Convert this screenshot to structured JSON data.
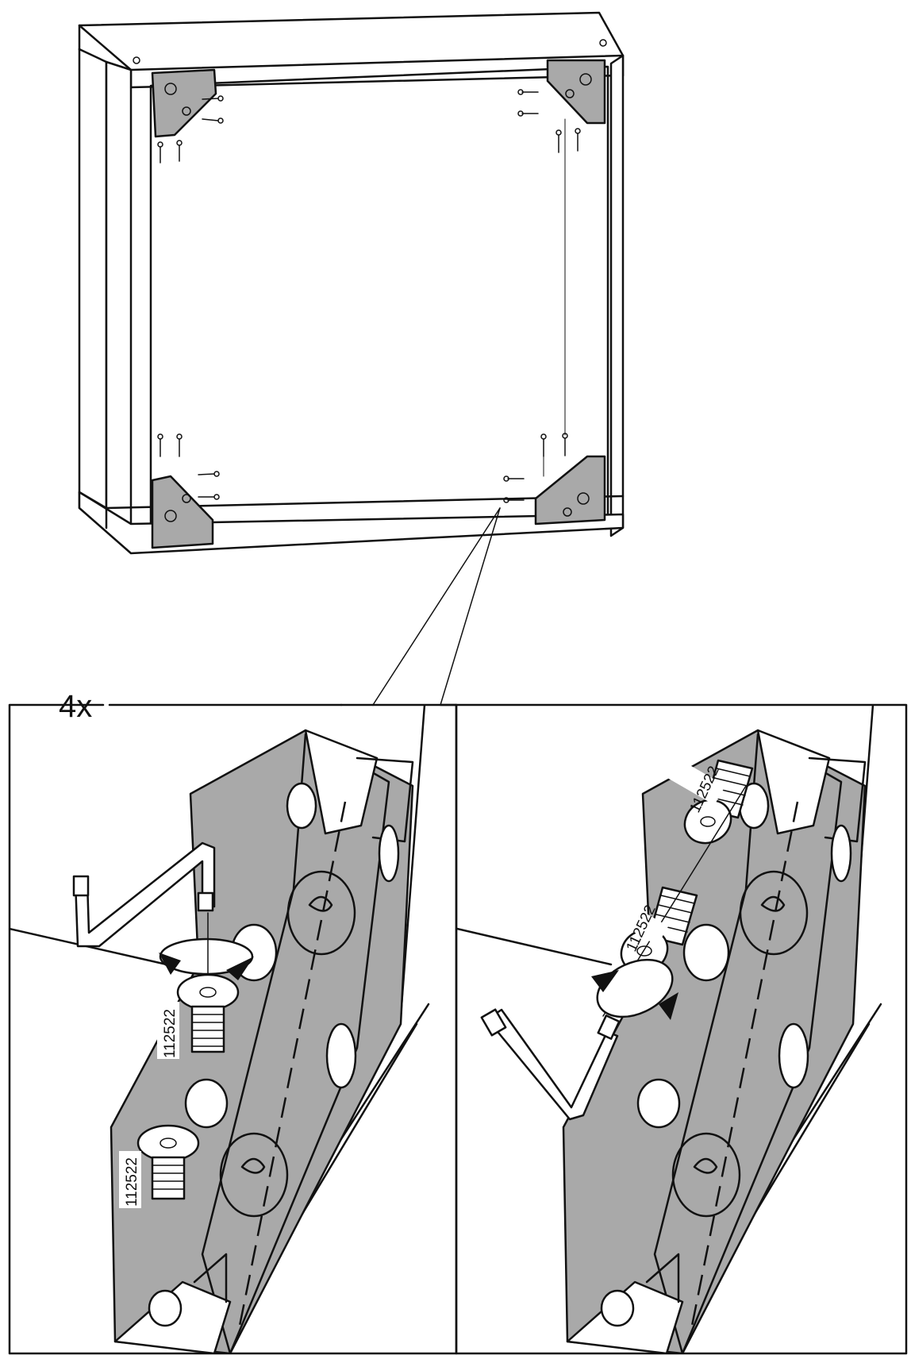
{
  "diagram": {
    "count_label": "4x",
    "part_number": "112522",
    "colors": {
      "line": "#111111",
      "bracket_fill": "#a9a9a9",
      "background": "#ffffff"
    },
    "icons": [
      "cabinet-frame",
      "corner-bracket",
      "screw",
      "allen-key",
      "rotation-arrow"
    ]
  }
}
